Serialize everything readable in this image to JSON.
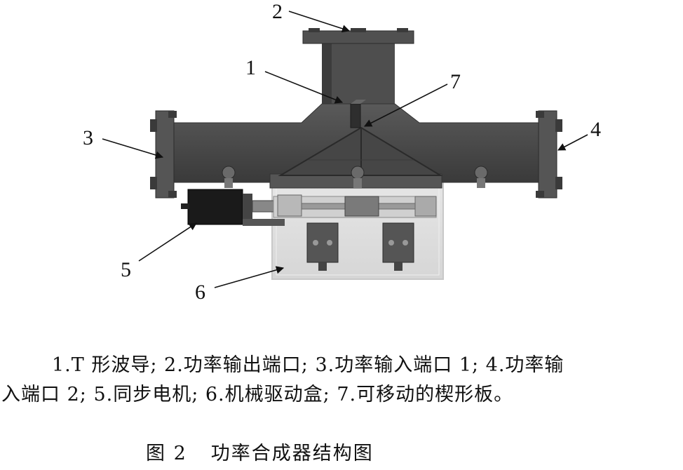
{
  "callouts": {
    "c1": "1",
    "c2": "2",
    "c3": "3",
    "c4": "4",
    "c5": "5",
    "c6": "6",
    "c7": "7"
  },
  "caption": {
    "line1": "1.T 形波导; 2.功率输出端口; 3.功率输入端口 1; 4.功率输",
    "line2": "入端口 2; 5.同步电机; 6.机械驱动盒; 7.可移动的楔形板。"
  },
  "figure_title": {
    "number": "图 2",
    "text": "功率合成器结构图"
  }
}
